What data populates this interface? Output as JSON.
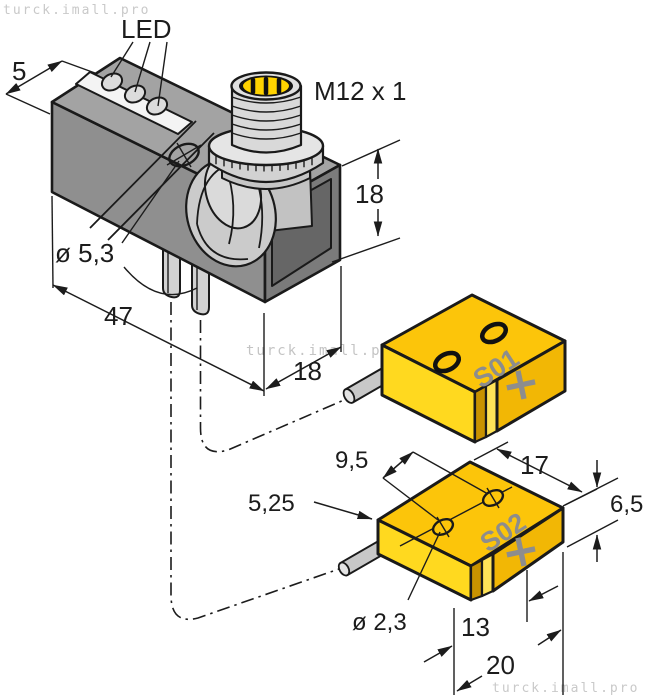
{
  "watermarks": {
    "top_left": "turck.imall.pro",
    "middle": "turck.imall.pro",
    "bottom_right": "turck.imall.pro"
  },
  "labels": {
    "led": "LED",
    "connector_thread": "M12 x 1",
    "sensor1": "S01",
    "sensor2": "S02",
    "polarity1": "+",
    "polarity2": "+"
  },
  "dimensions": {
    "housing_width": "5",
    "connector_height": "18",
    "mounting_hole_diameter": "ø 5,3",
    "housing_length": "47",
    "housing_depth": "18",
    "hole_spacing": "9,5",
    "hole_edge_offset": "5,25",
    "block_depth": "17",
    "block_height": "6,5",
    "block_hole_diameter": "ø 2,3",
    "notch_to_edge": "13",
    "block_length": "20"
  },
  "colors": {
    "turck_yellow": "#FCC50A",
    "housing_gray": "#A3A3A3",
    "marking_gray": "#8D8D8D",
    "line_black": "#1C1C1C",
    "watermark_gray": "#C9C9C9"
  }
}
